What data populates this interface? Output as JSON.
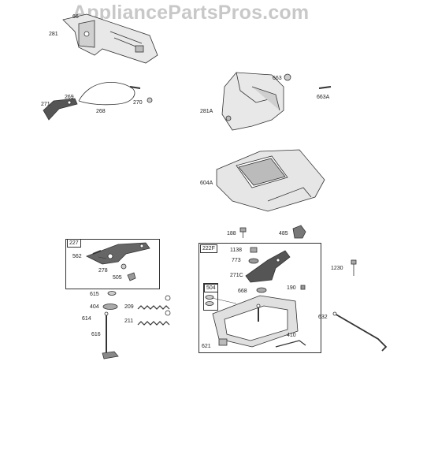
{
  "watermark": "AppliancePartsPros.com",
  "labels": {
    "l66": "66",
    "l281": "281",
    "l269": "269",
    "l271": "271",
    "l268": "268",
    "l270": "270",
    "l663": "663",
    "l663a": "663A",
    "l281a": "281A",
    "l604a": "604A",
    "l188": "188",
    "l485": "485",
    "l227": "227",
    "l562": "562",
    "l278": "278",
    "l505": "505",
    "l615": "615",
    "l404": "404",
    "l614": "614",
    "l616": "616",
    "l209": "209",
    "l211": "211",
    "l222f": "222F",
    "l1138": "1138",
    "l773": "773",
    "l271c": "271C",
    "l668": "668",
    "l190": "190",
    "l504": "504",
    "l621": "621",
    "l410": "410",
    "l632": "632",
    "l1230": "1230"
  }
}
